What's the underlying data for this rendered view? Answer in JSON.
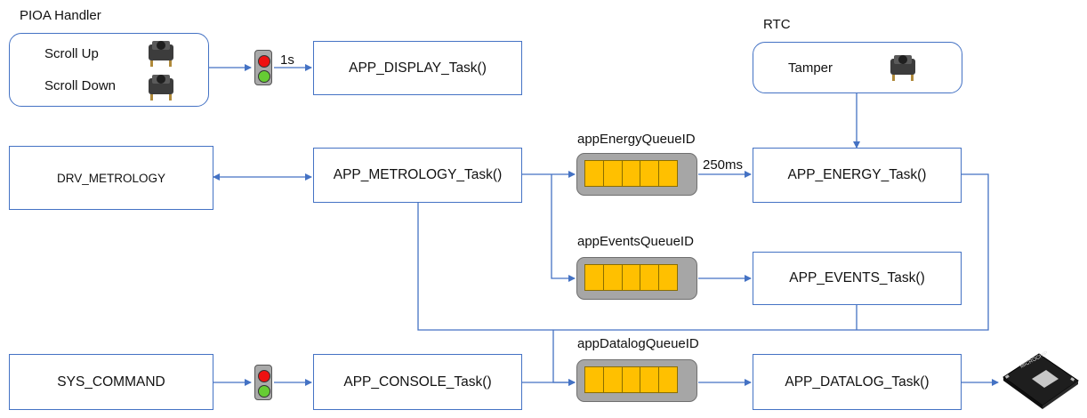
{
  "labels": {
    "pioa_handler": "PIOA Handler",
    "rtc": "RTC",
    "scroll_up": "Scroll Up",
    "scroll_down": "Scroll Down",
    "tamper": "Tamper",
    "one_s": "1s",
    "ms250": "250ms"
  },
  "tasks": {
    "display": "APP_DISPLAY_Task()",
    "metrology": "APP_METROLOGY_Task()",
    "energy": "APP_ENERGY_Task()",
    "events": "APP_EVENTS_Task()",
    "console": "APP_CONSOLE_Task()",
    "datalog": "APP_DATALOG_Task()"
  },
  "drivers": {
    "drv_metrology": "DRV_METROLOGY",
    "sys_command": "SYS_COMMAND"
  },
  "queues": {
    "energy": "appEnergyQueueID",
    "events": "appEventsQueueID",
    "datalog": "appDatalogQueueID"
  },
  "colors": {
    "box_border": "#4472c4",
    "arrow": "#4472c4",
    "queue_cell": "#ffc000",
    "queue_frame": "#a6a6a6"
  },
  "icons": {
    "push_button": "tactile-switch-icon",
    "traffic_light": "traffic-light-icon",
    "storage_chip": "flash-memory-chip-icon"
  }
}
